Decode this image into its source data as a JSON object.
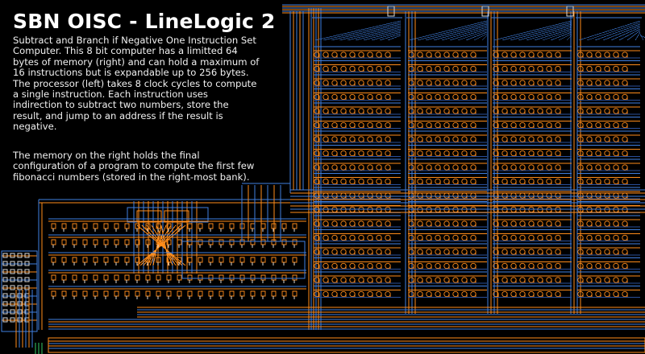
{
  "title": "SBN OISC - LineLogic 2",
  "description_lines": [
    "Subtract and Branch if Negative One Instruction Set",
    "Computer. This 8 bit computer has a limitted 64",
    "bytes of memory (right) and can hold a maximum of",
    "16 instructions but is expandable up to 256 bytes.",
    "The processor (left) takes 8 clock cycles to compute",
    "a single instruction. Each instruction uses",
    "indirection to subtract two numbers, store the",
    "result, and jump to an address if the result is",
    "negative."
  ],
  "memory_note_lines": [
    "The memory on the right holds the final",
    "configuration of a program to compute the first few",
    "fibonacci numbers (stored in the right-most bank)."
  ],
  "colors": {
    "background": "#000000",
    "orange_wire": "#ff8c1a",
    "blue_wire": "#3f7fe0",
    "dim_blue": "#2a4f9a",
    "white_wire": "#d8d8d8",
    "text": "#ffffff"
  },
  "memory_banks": 4
}
